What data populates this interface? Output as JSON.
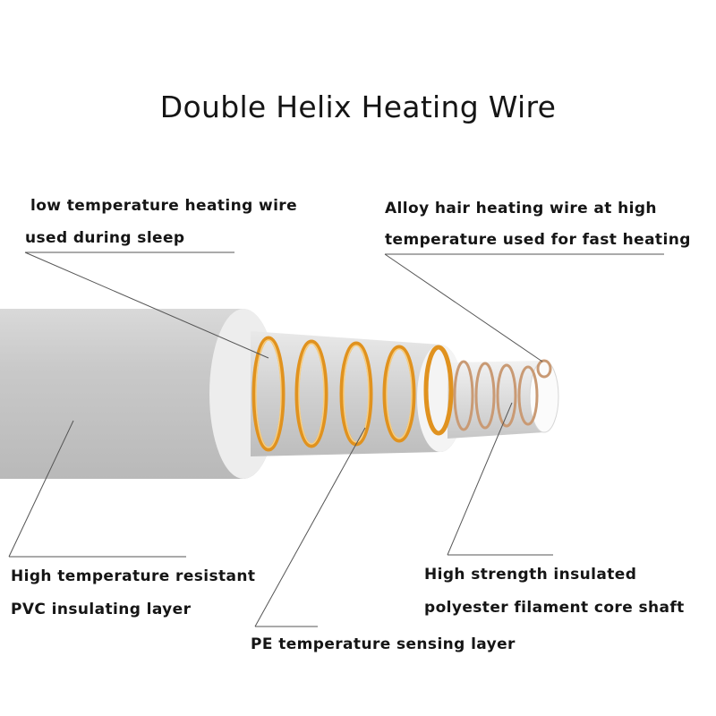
{
  "title": "Double Helix Heating Wire",
  "labels": {
    "low_temp_wire": {
      "line1": "low temperature heating wire",
      "line2": "used during sleep"
    },
    "alloy_wire": {
      "line1": "Alloy hair heating wire at high",
      "line2": "temperature used for fast heating"
    },
    "pvc_layer": {
      "line1": "High temperature resistant",
      "line2": "PVC insulating layer"
    },
    "core_shaft": {
      "line1": "High strength insulated",
      "line2": "polyester filament core shaft"
    },
    "pe_layer": {
      "line1": "PE temperature sensing layer"
    }
  },
  "colors": {
    "outer_jacket": "#c8c8c8",
    "pe_layer": "#f1f1f1",
    "orange_coil": "#e0921f",
    "copper_coil": "#c99a74",
    "leader_line": "#555555"
  }
}
